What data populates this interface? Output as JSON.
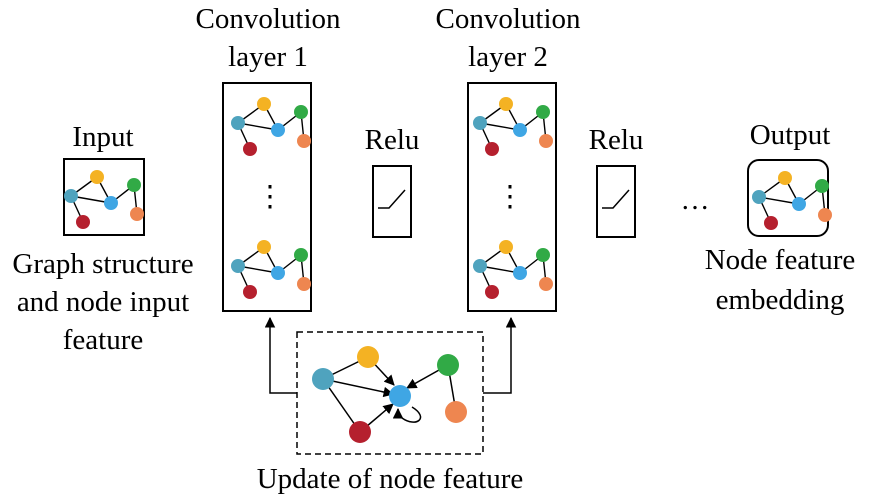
{
  "conv1": {
    "line1": "Convolution",
    "line2": "layer 1"
  },
  "conv2": {
    "line1": "Convolution",
    "line2": "layer 2"
  },
  "input": {
    "title": "Input",
    "caption": [
      "Graph structure",
      "and node input",
      "feature"
    ]
  },
  "relu1": {
    "label": "Relu"
  },
  "relu2": {
    "label": "Relu"
  },
  "output": {
    "title": "Output",
    "caption": [
      "Node feature",
      "embedding"
    ]
  },
  "ellipsis": "…",
  "vdots": "⋮",
  "update_caption": "Update of node feature",
  "colors": {
    "yellow": "#f4b223",
    "teal": "#4fa3be",
    "red": "#b5202e",
    "blue": "#3fa6e4",
    "green": "#31aa46",
    "orange": "#ee8650"
  }
}
